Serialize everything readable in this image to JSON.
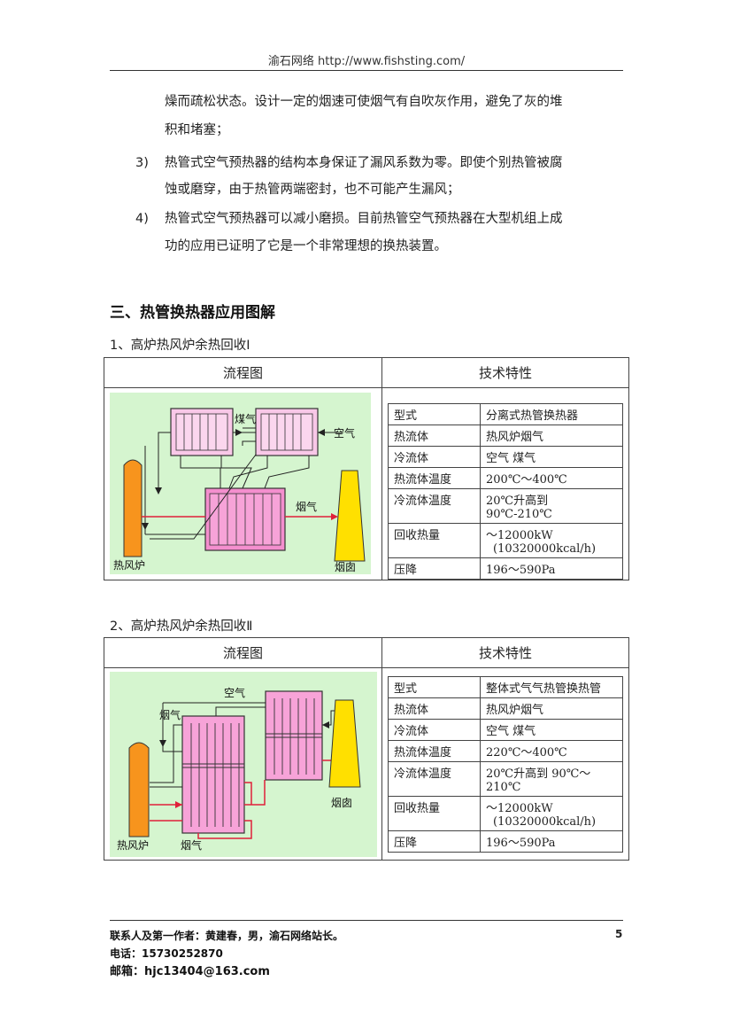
{
  "header": {
    "text": "渝石网络 http://www.fishsting.com/"
  },
  "body": {
    "p_cont_1": "燥而疏松状态。设计一定的烟速可使烟气有自吹灰作用，避免了灰的堆",
    "p_cont_2": "积和堵塞；",
    "item3": {
      "num": "3)",
      "line1": "热管式空气预热器的结构本身保证了漏风系数为零。即使个别热管被腐",
      "line2": "蚀或磨穿，由于热管两端密封，也不可能产生漏风；"
    },
    "item4": {
      "num": "4)",
      "line1": "热管式空气预热器可以减小磨损。目前热管空气预热器在大型机组上成",
      "line2": "功的应用已证明了它是一个非常理想的换热装置。"
    }
  },
  "section": {
    "title": "三、热管换热器应用图解"
  },
  "example1": {
    "title": "1、高炉热风炉余热回收Ⅰ",
    "col1": "流程图",
    "col2": "技术特性",
    "diagram_labels": {
      "gas": "煤气",
      "air": "空气",
      "flue": "烟气",
      "stove": "热风炉",
      "chimney": "烟囱"
    },
    "spec": [
      {
        "k": "型式",
        "v": "分离式热管换热器"
      },
      {
        "k": "热流体",
        "v": "热风炉烟气"
      },
      {
        "k": "冷流体",
        "v": "空气  煤气"
      },
      {
        "k": "热流体温度",
        "v": "200℃～400℃"
      },
      {
        "k": "冷流体温度",
        "v": "20℃升高到 90℃-210℃"
      },
      {
        "k": "回收热量",
        "v": "～12000kW",
        "v2": "(10320000kcal/h)"
      },
      {
        "k": "压降",
        "v": "196～590Pa"
      }
    ]
  },
  "example2": {
    "title": "2、高炉热风炉余热回收Ⅱ",
    "col1": "流程图",
    "col2": "技术特性",
    "diagram_labels": {
      "air": "空气",
      "flue_top": "烟气",
      "chimney": "烟囱",
      "stove": "热风炉",
      "flue_bottom": "烟气"
    },
    "spec": [
      {
        "k": "型式",
        "v": "整体式气气热管换热管"
      },
      {
        "k": "热流体",
        "v": "热风炉烟气"
      },
      {
        "k": "冷流体",
        "v": "空气  煤气"
      },
      {
        "k": "热流体温度",
        "v": "220℃～400℃"
      },
      {
        "k": "冷流体温度",
        "v": "20℃升高到 90℃～",
        "v2": "210℃"
      },
      {
        "k": "回收热量",
        "v": "～12000kW",
        "v2": "(10320000kcal/h)"
      },
      {
        "k": "压降",
        "v": "196～590Pa"
      }
    ]
  },
  "footer": {
    "contact": "联系人及第一作者：黄建春，男，渝石网络站长。",
    "phone": "电话：15730252870",
    "email": "邮箱：hjc13404@163.com",
    "page": "5"
  },
  "colors": {
    "diagram_bg": "#d5f5cf",
    "exchanger": "#f48fce",
    "stove": "#f7941d",
    "chimney": "#ffe000",
    "flue_line": "#e0203a"
  }
}
